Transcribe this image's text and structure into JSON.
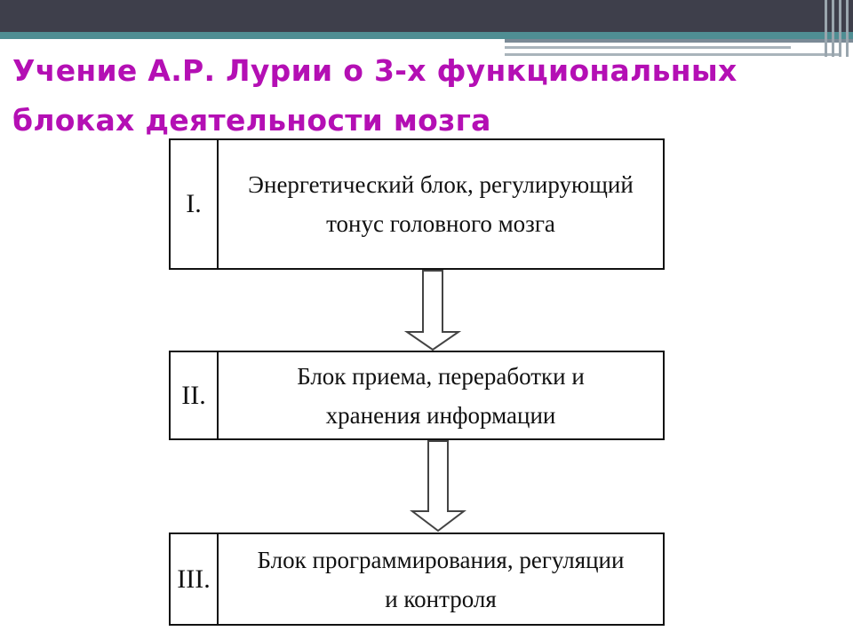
{
  "slide": {
    "title": "Учение А.Р. Лурии о 3-х функциональных блоках деятельности мозга"
  },
  "blocks": [
    {
      "number": "I.",
      "text": "Энергетический блок, регулирующий\nтонус головного мозга"
    },
    {
      "number": "II.",
      "text": "Блок приема, переработки и\nхранения информации"
    },
    {
      "number": "III.",
      "text": "Блок программирования, регуляции\nи контроля"
    }
  ],
  "colors": {
    "title": "#b40fb4",
    "header_dark": "#3e3f4b",
    "header_teal": "#4f8e93"
  }
}
